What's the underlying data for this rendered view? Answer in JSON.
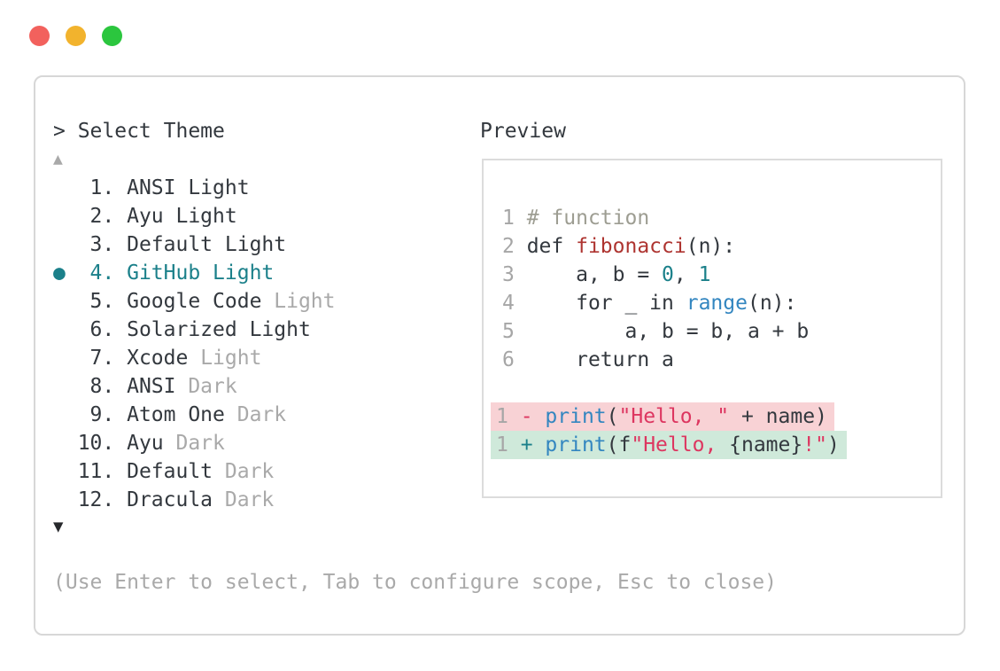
{
  "palette": {
    "dark": "#33383e",
    "gray": "#a9a9a9",
    "teal": "#1b808a",
    "blue": "#3386c0",
    "crimson": "#dd3660",
    "darkred": "#ae3430",
    "comment": "#9d9d92",
    "lnum": "#a6a6a6",
    "removed_bg": "#f8d2d5",
    "added_bg": "#cfe9da",
    "border": "#d7d7d7",
    "border_inner": "#dcdcdc",
    "arrow_dark": "#27292c"
  },
  "window": {
    "traffic_lights": [
      {
        "name": "close",
        "color": "#f2615d"
      },
      {
        "name": "minimize",
        "color": "#f2b32d"
      },
      {
        "name": "maximize",
        "color": "#2bc63e"
      }
    ]
  },
  "selector": {
    "title": "> Select Theme",
    "scroll_up_char": "▲",
    "scroll_down_char": "▼",
    "selected_bullet": "●",
    "items": [
      {
        "number": "1",
        "name": "ANSI Light",
        "suffix": "",
        "selected": false
      },
      {
        "number": "2",
        "name": "Ayu Light",
        "suffix": "",
        "selected": false
      },
      {
        "number": "3",
        "name": "Default Light",
        "suffix": "",
        "selected": false
      },
      {
        "number": "4",
        "name": "GitHub Light",
        "suffix": "",
        "selected": true
      },
      {
        "number": "5",
        "name": "Google Code",
        "suffix": "Light",
        "selected": false
      },
      {
        "number": "6",
        "name": "Solarized Light",
        "suffix": "",
        "selected": false
      },
      {
        "number": "7",
        "name": "Xcode",
        "suffix": "Light",
        "selected": false
      },
      {
        "number": "8",
        "name": "ANSI",
        "suffix": "Dark",
        "selected": false
      },
      {
        "number": "9",
        "name": "Atom One",
        "suffix": "Dark",
        "selected": false
      },
      {
        "number": "10",
        "name": "Ayu",
        "suffix": "Dark",
        "selected": false
      },
      {
        "number": "11",
        "name": "Default",
        "suffix": "Dark",
        "selected": false
      },
      {
        "number": "12",
        "name": "Dracula",
        "suffix": "Dark",
        "selected": false
      }
    ],
    "hint": "(Use Enter to select, Tab to configure scope, Esc to close)"
  },
  "preview": {
    "label": "Preview",
    "code_lines": [
      {
        "num": "1",
        "tokens": [
          {
            "t": "# function",
            "c": "cm"
          }
        ]
      },
      {
        "num": "2",
        "tokens": [
          {
            "t": "def ",
            "c": "fg"
          },
          {
            "t": "fibonacci",
            "c": "fn"
          },
          {
            "t": "(n):",
            "c": "fg"
          }
        ]
      },
      {
        "num": "3",
        "tokens": [
          {
            "t": "    a, b = ",
            "c": "fg"
          },
          {
            "t": "0",
            "c": "num"
          },
          {
            "t": ", ",
            "c": "fg"
          },
          {
            "t": "1",
            "c": "num"
          }
        ]
      },
      {
        "num": "4",
        "tokens": [
          {
            "t": "    for _ in ",
            "c": "fg"
          },
          {
            "t": "range",
            "c": "bl"
          },
          {
            "t": "(n):",
            "c": "fg"
          }
        ]
      },
      {
        "num": "5",
        "tokens": [
          {
            "t": "        a, b = b, a + b",
            "c": "fg"
          }
        ]
      },
      {
        "num": "6",
        "tokens": [
          {
            "t": "    return a",
            "c": "fg"
          }
        ]
      }
    ],
    "diff_lines": [
      {
        "num": "1",
        "bg": "removed",
        "tokens": [
          {
            "t": "- ",
            "c": "st"
          },
          {
            "t": "print",
            "c": "bl"
          },
          {
            "t": "(",
            "c": "fg"
          },
          {
            "t": "\"Hello, \"",
            "c": "st"
          },
          {
            "t": " + name)",
            "c": "fg"
          }
        ]
      },
      {
        "num": "1",
        "bg": "added",
        "tokens": [
          {
            "t": "+ ",
            "c": "tl"
          },
          {
            "t": "print",
            "c": "bl"
          },
          {
            "t": "(f",
            "c": "fg"
          },
          {
            "t": "\"Hello, ",
            "c": "st"
          },
          {
            "t": "{name}",
            "c": "fg"
          },
          {
            "t": "!\"",
            "c": "st"
          },
          {
            "t": ")",
            "c": "fg"
          }
        ]
      }
    ]
  }
}
